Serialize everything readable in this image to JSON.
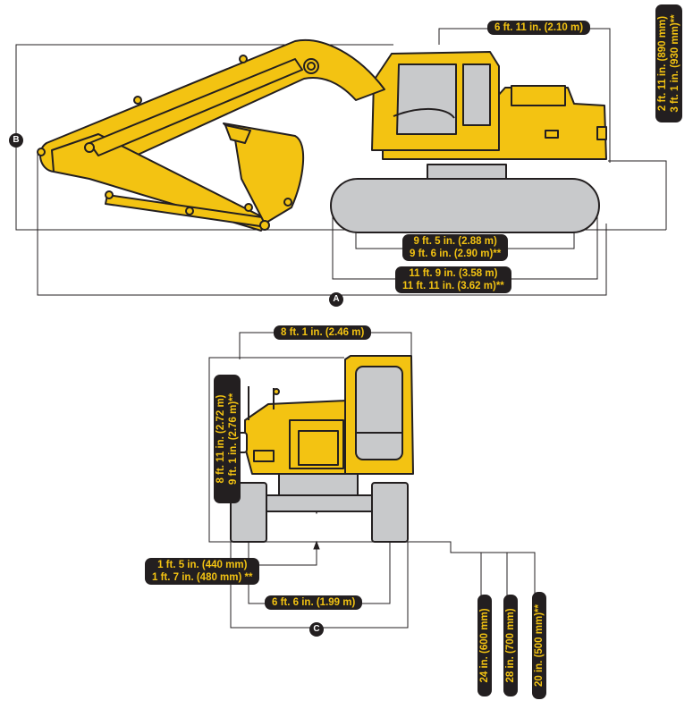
{
  "side_view": {
    "marker_a": "A",
    "marker_b": "B",
    "cab_width": "6 ft. 11 in. (2.10 m)",
    "counterweight_clearance": [
      "2 ft. 11 in. (890 mm)",
      "3 ft. 1 in. (930 mm)**"
    ],
    "tumbler_distance": [
      "9 ft. 5 in. (2.88 m)",
      "9 ft. 6 in. (2.90 m)**"
    ],
    "track_length": [
      "11 ft. 9 in. (3.58 m)",
      "11 ft. 11 in. (3.62 m)**"
    ]
  },
  "front_view": {
    "marker_c": "C",
    "upper_width": "8 ft. 1 in. (2.46 m)",
    "overall_height": [
      "8 ft. 11 in. (2.72 m)",
      "9 ft. 1 in. (2.76 m)**"
    ],
    "ground_clearance": [
      "1 ft. 5 in. (440 mm)",
      "1 ft. 7 in. (480 mm) **"
    ],
    "track_gauge": "6 ft. 6 in. (1.99 m)",
    "shoe_widths": [
      "24 in. (600 mm)",
      "28 in. (700 mm)",
      "20 in. (500 mm)**"
    ]
  },
  "colors": {
    "machine": "#f3c312",
    "outline": "#231f20",
    "track": "#c8c9cb",
    "glass": "#c8c9cb"
  }
}
